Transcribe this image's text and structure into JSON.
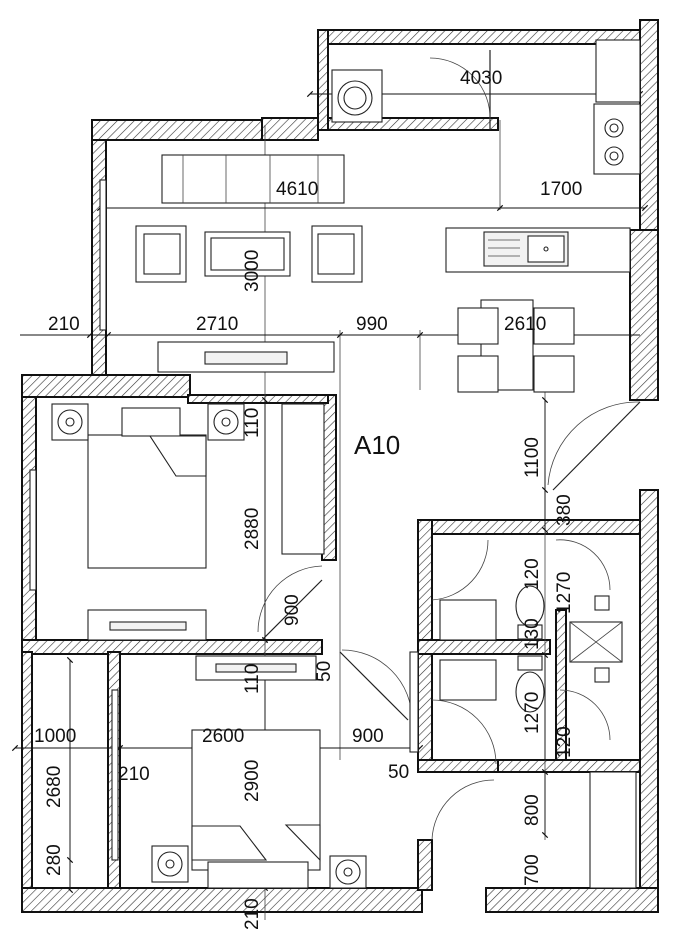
{
  "unit_label": "A10",
  "dimensions": {
    "d4030": "4030",
    "d4610": "4610",
    "d1700": "1700",
    "d3000": "3000",
    "d210_left": "210",
    "d2710": "2710",
    "d990": "990",
    "d2610": "2610",
    "d110_top": "110",
    "d1100": "1100",
    "d380": "380",
    "d2880": "2880",
    "d120_a": "120",
    "d1270_a": "1270",
    "d900_v": "900",
    "d130": "130",
    "d50_a": "50",
    "d110_mid": "110",
    "d1270_b": "1270",
    "d120_b": "120",
    "d1000": "1000",
    "d2600": "2600",
    "d900_h": "900",
    "d210_mid": "210",
    "d2680": "2680",
    "d2900": "2900",
    "d50_b": "50",
    "d800": "800",
    "d280": "280",
    "d700": "700",
    "d210_bottom": "210"
  }
}
